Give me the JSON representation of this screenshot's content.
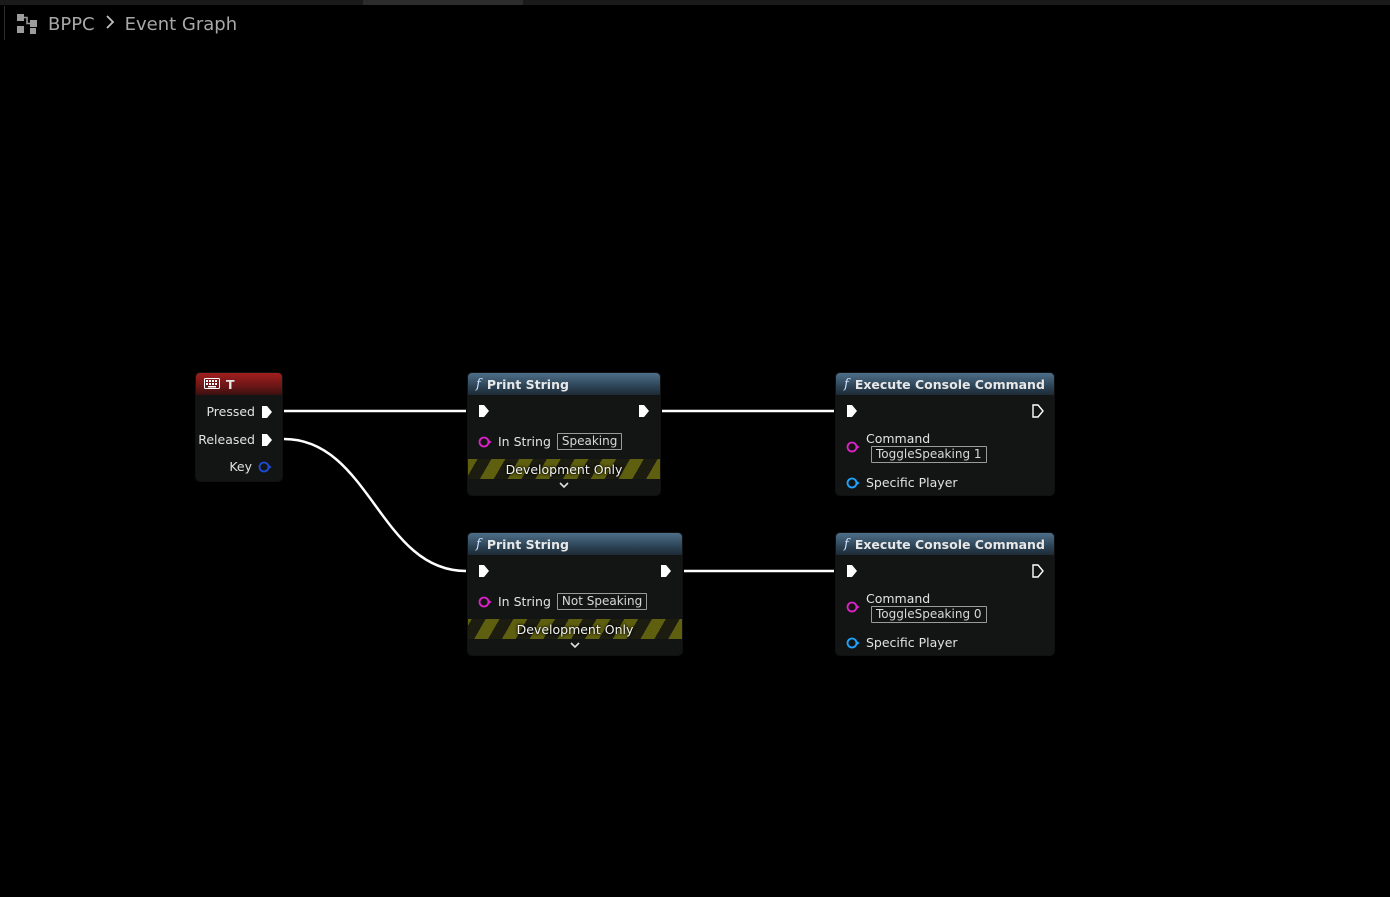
{
  "breadcrumb": {
    "blueprint": "BPPC",
    "separator": ">",
    "graph": "Event Graph"
  },
  "colors": {
    "exec_wire": "#ffffff",
    "string_pin": "#e020c8",
    "object_pin": "#1fa4ff",
    "key_pin": "#1a4cd6"
  },
  "nodes": {
    "key_event": {
      "title": "T",
      "icon": "keyboard-icon",
      "pins": {
        "pressed": "Pressed",
        "released": "Released",
        "key": "Key"
      }
    },
    "print_string_1": {
      "title": "Print String",
      "in_string_label": "In String",
      "in_string_value": "Speaking",
      "dev_only": "Development Only",
      "expand": "⌄"
    },
    "print_string_2": {
      "title": "Print String",
      "in_string_label": "In String",
      "in_string_value": "Not Speaking",
      "dev_only": "Development Only",
      "expand": "⌄"
    },
    "exec_cmd_1": {
      "title": "Execute Console Command",
      "command_label": "Command",
      "command_value": "ToggleSpeaking 1",
      "player_label": "Specific Player"
    },
    "exec_cmd_2": {
      "title": "Execute Console Command",
      "command_label": "Command",
      "command_value": "ToggleSpeaking 0",
      "player_label": "Specific Player"
    }
  }
}
